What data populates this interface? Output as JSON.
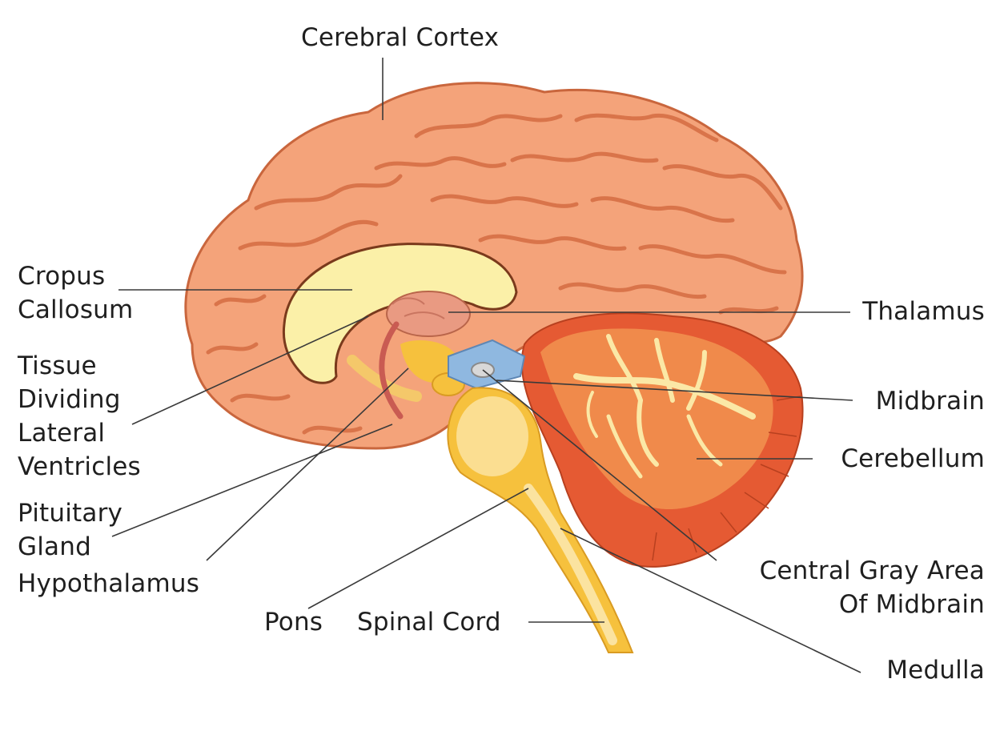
{
  "labels": {
    "cerebral_cortex": "Cerebral Cortex",
    "corpus_callosum": [
      "Cropus",
      "Callosum"
    ],
    "tissue_dividing": [
      "Tissue",
      "Dividing",
      "Lateral",
      "Ventricles"
    ],
    "pituitary_gland": [
      "Pituitary",
      "Gland"
    ],
    "hypothalamus": "Hypothalamus",
    "pons": "Pons",
    "spinal_cord": "Spinal Cord",
    "thalamus": "Thalamus",
    "midbrain": "Midbrain",
    "cerebellum": "Cerebellum",
    "central_gray": [
      "Central Gray Area",
      "Of Midbrain"
    ],
    "medulla": "Medulla"
  },
  "colors": {
    "cortex_fill": "#F4A37A",
    "cortex_shade": "#E8875C",
    "cortex_outline": "#C9663D",
    "corpus_fill": "#FBF0A8",
    "cerebellum_outer": "#E55A33",
    "cerebellum_inner": "#F08A4B",
    "cerebellum_white": "#FBE8A6",
    "brainstem": "#F6C13D",
    "brainstem_light": "#FBE3A0",
    "midbrain_blue": "#8FB8E0",
    "thalamus": "#E99A82",
    "leader_line": "#3a3a3a"
  }
}
